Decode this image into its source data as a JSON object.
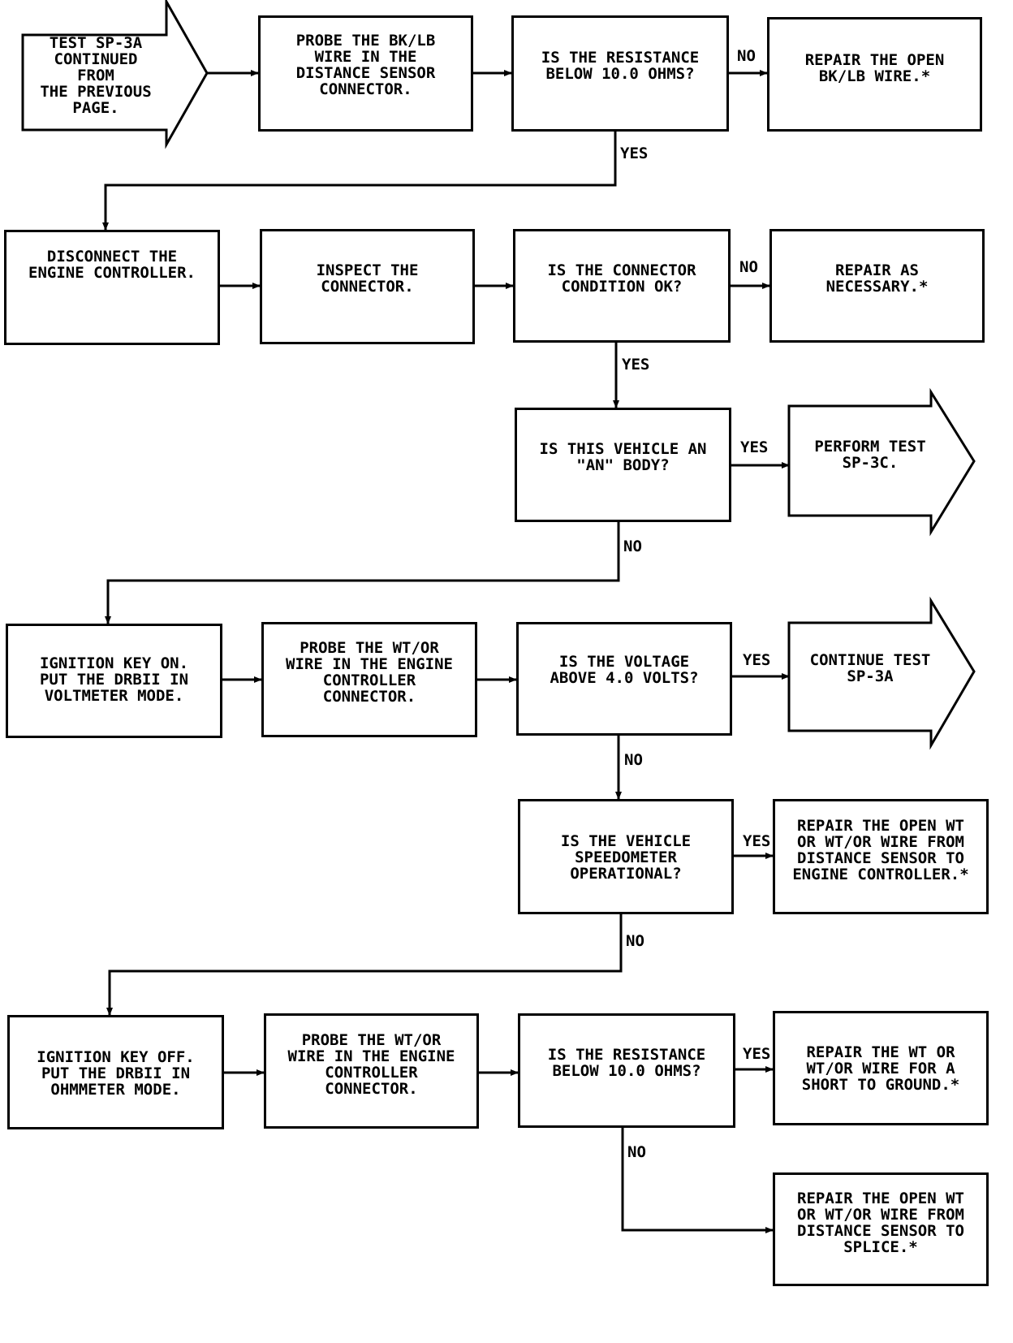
{
  "boxes": {
    "test_sp3a_continued": "TEST SP-3A\nCONTINUED FROM\nTHE PREVIOUS\nPAGE.",
    "probe_bk_lb": "PROBE THE BK/LB\nWIRE IN THE\nDISTANCE SENSOR\nCONNECTOR.",
    "resistance_q1": "IS THE RESISTANCE\nBELOW 10.0 OHMS?",
    "repair_open_bk_lb": "REPAIR THE OPEN\nBK/LB WIRE.*",
    "disconnect_controller": "DISCONNECT THE\nENGINE CONTROLLER.",
    "inspect_connector": "INSPECT THE\nCONNECTOR.",
    "connector_ok_q": "IS THE CONNECTOR\nCONDITION OK?",
    "repair_as_necessary": "REPAIR AS\nNECESSARY.*",
    "an_body_q": "IS THIS VEHICLE AN\n\"AN\" BODY?",
    "perform_sp3c": "PERFORM TEST\nSP-3C.",
    "ignition_on": "IGNITION KEY ON.\nPUT THE DRBII IN\nVOLTMETER MODE.",
    "probe_wt_or_1": "PROBE THE WT/OR\nWIRE IN THE ENGINE\nCONTROLLER\nCONNECTOR.",
    "voltage_q": "IS THE VOLTAGE\nABOVE 4.0 VOLTS?",
    "continue_sp3a": "CONTINUE TEST\nSP-3A",
    "speedometer_q": "IS THE VEHICLE\nSPEEDOMETER\nOPERATIONAL?",
    "repair_open_wt_controller": "REPAIR THE OPEN WT\nOR WT/OR WIRE FROM\nDISTANCE SENSOR TO\nENGINE CONTROLLER.*",
    "ignition_off": "IGNITION KEY OFF.\nPUT THE DRBII IN\nOHMMETER MODE.",
    "probe_wt_or_2": "PROBE THE WT/OR\nWIRE IN THE ENGINE\nCONTROLLER\nCONNECTOR.",
    "resistance_q2": "IS THE RESISTANCE\nBELOW 10.0 OHMS?",
    "repair_short_ground": "REPAIR THE WT OR\nWT/OR WIRE FOR A\nSHORT TO GROUND.*",
    "repair_open_wt_splice": "REPAIR THE OPEN WT\nOR WT/OR WIRE FROM\nDISTANCE SENSOR TO\nSPLICE.*"
  },
  "branch_labels": {
    "no_1": "NO",
    "yes_1": "YES",
    "no_2": "NO",
    "yes_2": "YES",
    "yes_3": "YES",
    "no_3": "NO",
    "yes_4": "YES",
    "no_4": "NO",
    "yes_5": "YES",
    "no_5": "NO",
    "yes_6": "YES",
    "no_6": "NO"
  }
}
